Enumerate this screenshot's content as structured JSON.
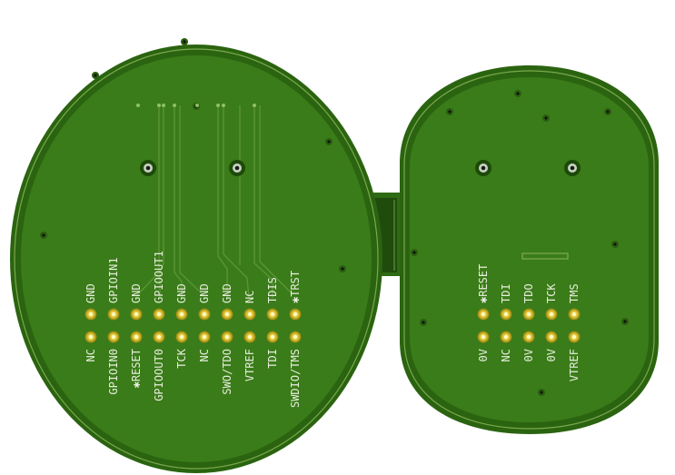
{
  "board": {
    "colors": {
      "background": "#ffffff",
      "board": "#2e6a12",
      "board_edge": "#6fa043",
      "copper": "#3a7c19",
      "trace": "#5a9436",
      "pad": "#c9b21f",
      "pad_hole": "#f4e98a",
      "silkscreen": "#e8eedd",
      "bridge": "#1f4c0d"
    },
    "left_header": {
      "top_row": [
        "NC",
        "GPIOIN1",
        "GND",
        "GPIOOUT1",
        "GND",
        "GND",
        "GND",
        "NC",
        "TDIS",
        "*TRST"
      ],
      "top_row_display": [
        "GND",
        "GPIOIN1",
        "GND",
        "GPIOOUT1",
        "GND",
        "GND",
        "GND",
        "NC",
        "TDIS",
        "✱TRST"
      ],
      "bottom_row": [
        "NC",
        "GPIOIN0",
        "✱RESET",
        "GPIOOUT0",
        "TCK",
        "NC",
        "SWO/TDO",
        "VTREF",
        "TDI",
        "SWDIO/TMS"
      ]
    },
    "right_header": {
      "top_row": [
        "✱RESET",
        "TDI",
        "TDO",
        "TCK",
        "TMS"
      ],
      "bottom_row": [
        "0V",
        "NC",
        "0V",
        "0V",
        "VTREF"
      ]
    },
    "icons": {
      "mounting_hole": "mounting-hole-icon",
      "via": "via-icon",
      "pad": "header-pad-icon"
    }
  }
}
